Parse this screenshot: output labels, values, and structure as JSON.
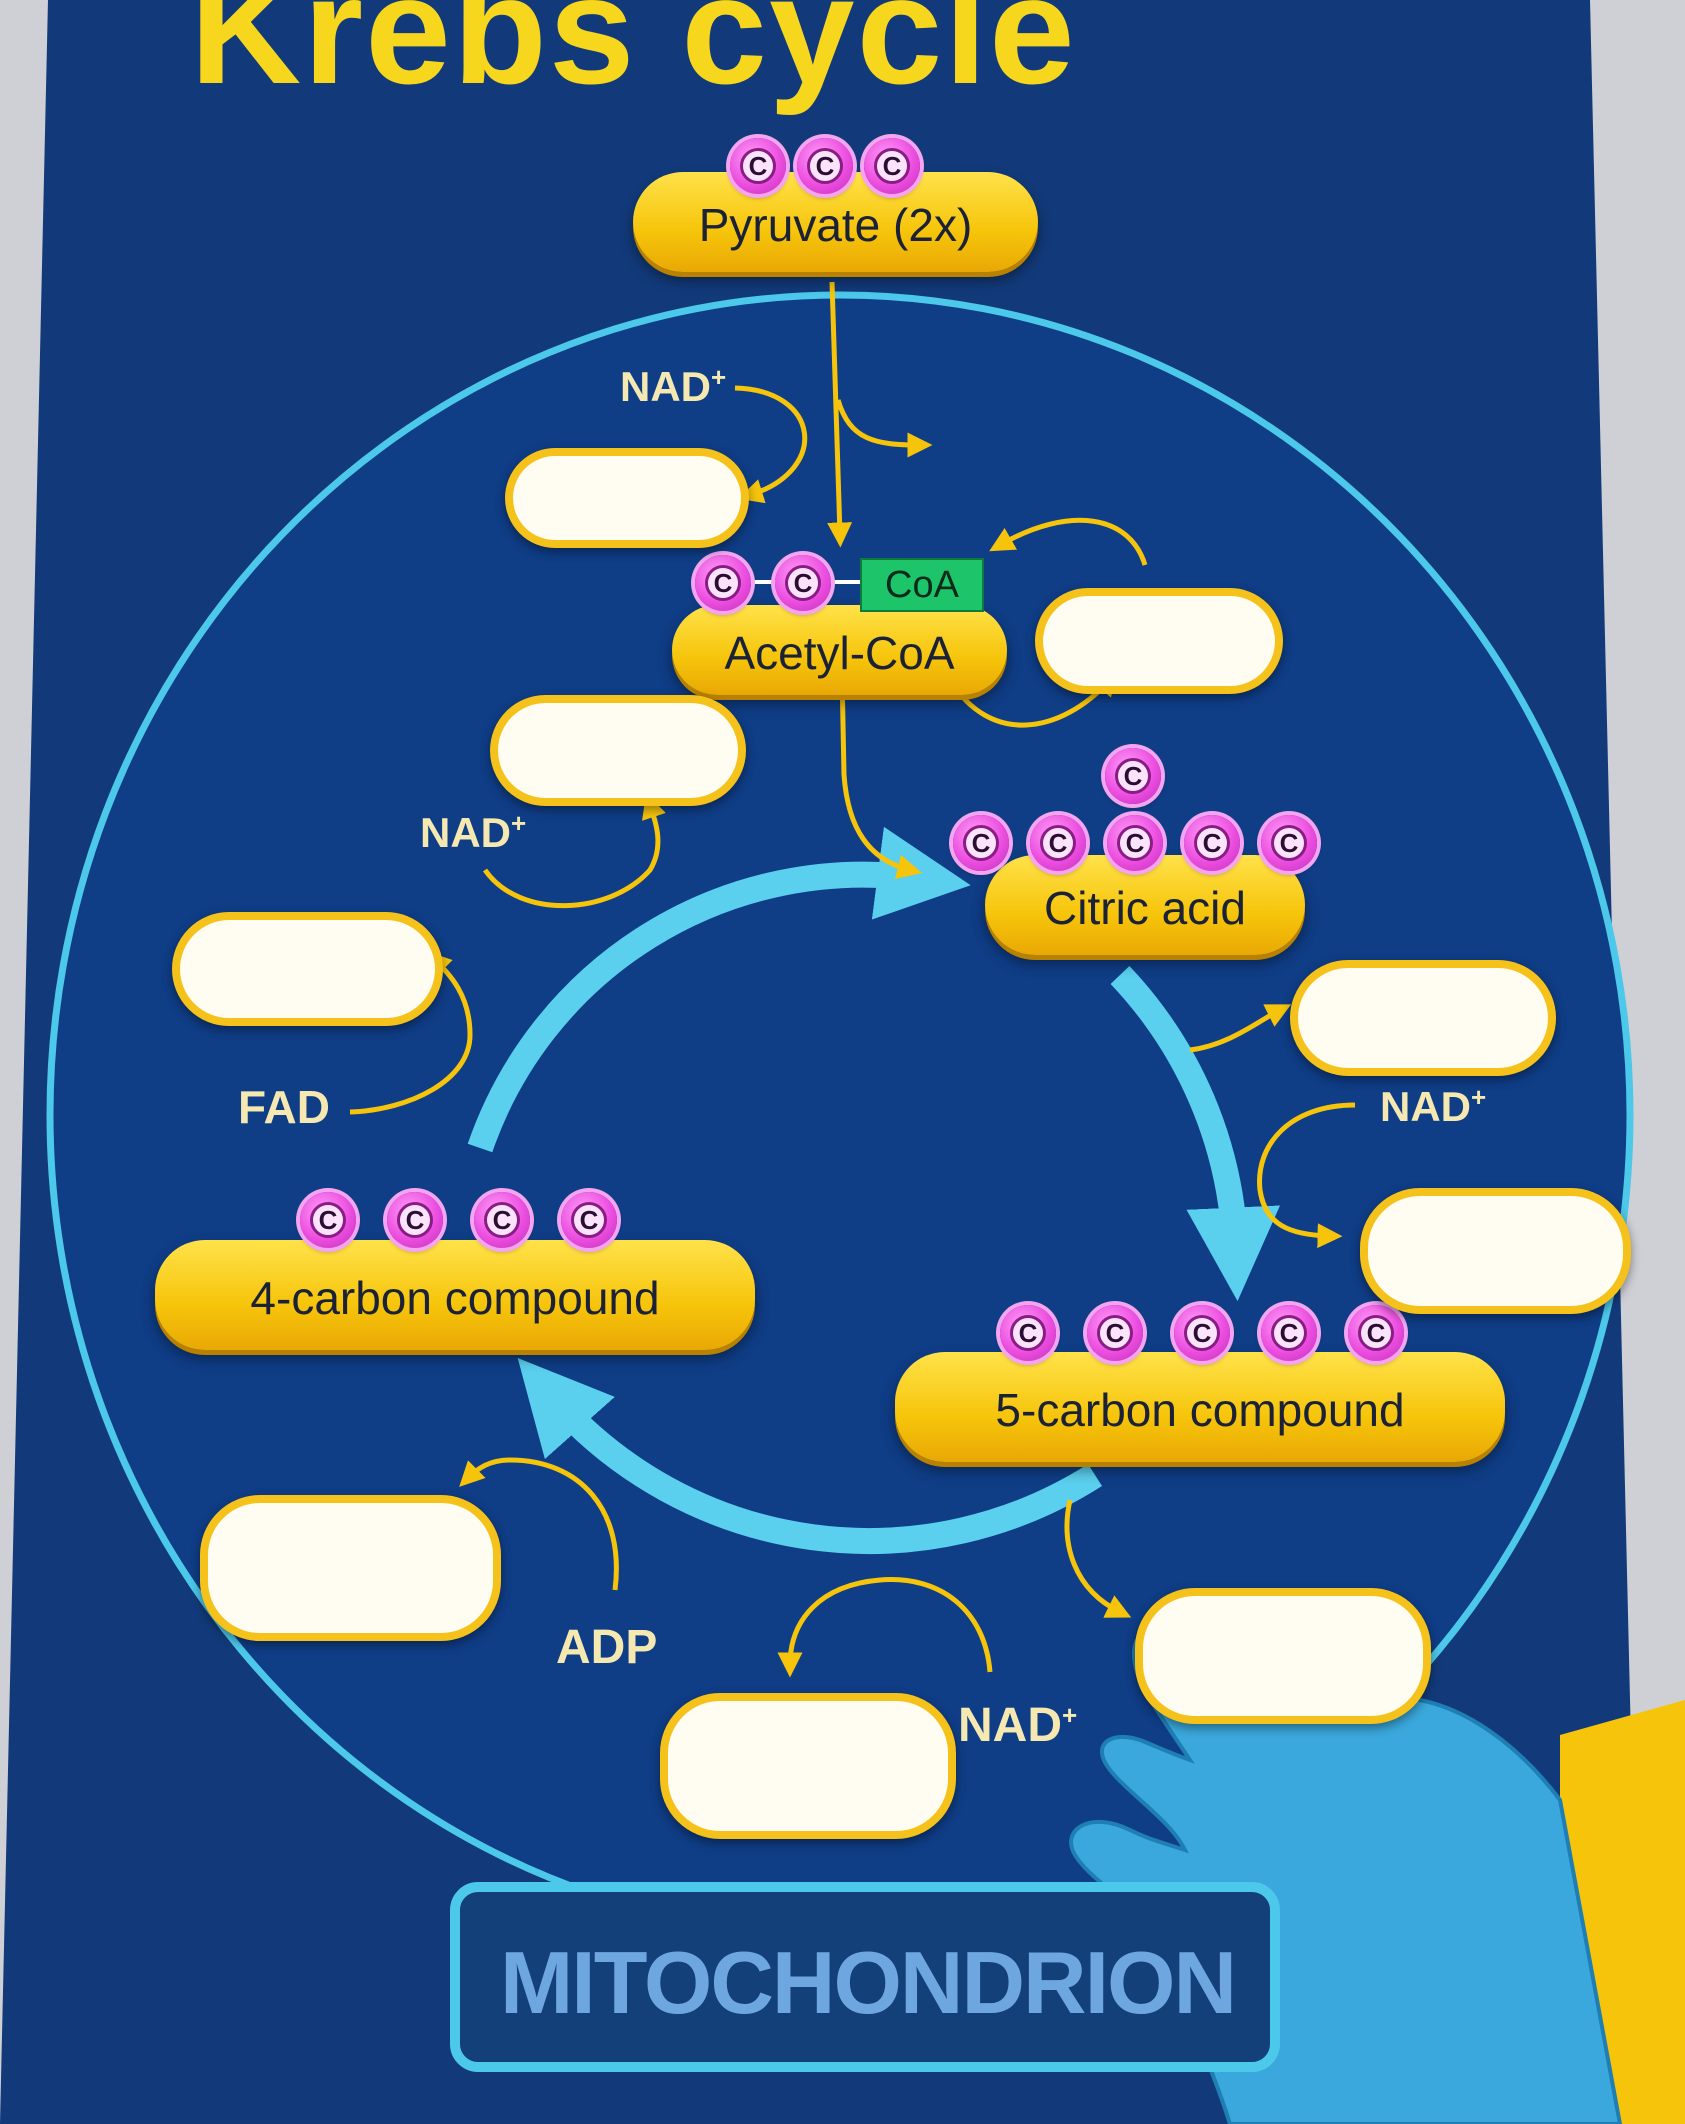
{
  "title": "Krebs cycle",
  "footer_label": "MITOCHONDRION",
  "atom_letter": "C",
  "molecules": {
    "pyruvate": "Pyruvate (2x)",
    "acetyl_coa": "Acetyl-CoA",
    "coa_tag": "CoA",
    "citric_acid": "Citric acid",
    "five_carbon": "5-carbon compound",
    "four_carbon": "4-carbon compound"
  },
  "reactants": {
    "nad_1": "NAD",
    "nad_2": "NAD",
    "nad_3": "NAD",
    "nad_4": "NAD",
    "nad_superscript": "+",
    "fad": "FAD",
    "adp": "ADP"
  },
  "colors": {
    "board": "#123a7a",
    "cycle_ring": "#5ad0ee",
    "pill": "#f6c40a",
    "atom": "#ec4fe0",
    "glove": "#39a9dc"
  }
}
